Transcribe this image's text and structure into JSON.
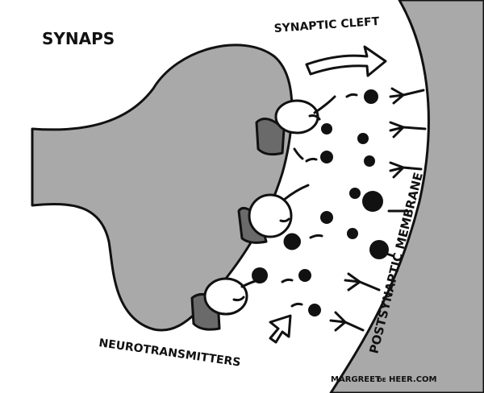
{
  "title": "SYNAPS",
  "labels": {
    "synaptic_cleft": "SYNAPTIC CLEFT",
    "neurotransmitters": "NEUROTRANSMITTERS",
    "postsynaptic_membrane": "POSTSYNAPTIC MEMBRANE"
  },
  "credit": {
    "prefix": "MARGREET",
    "middle": "DE",
    "suffix": "HEER.COM"
  },
  "colors": {
    "membrane_fill": "#a9a9a9",
    "ink": "#111111",
    "skin": "#ffffff",
    "shirt": "#6a6a6a",
    "background": "#ffffff"
  }
}
